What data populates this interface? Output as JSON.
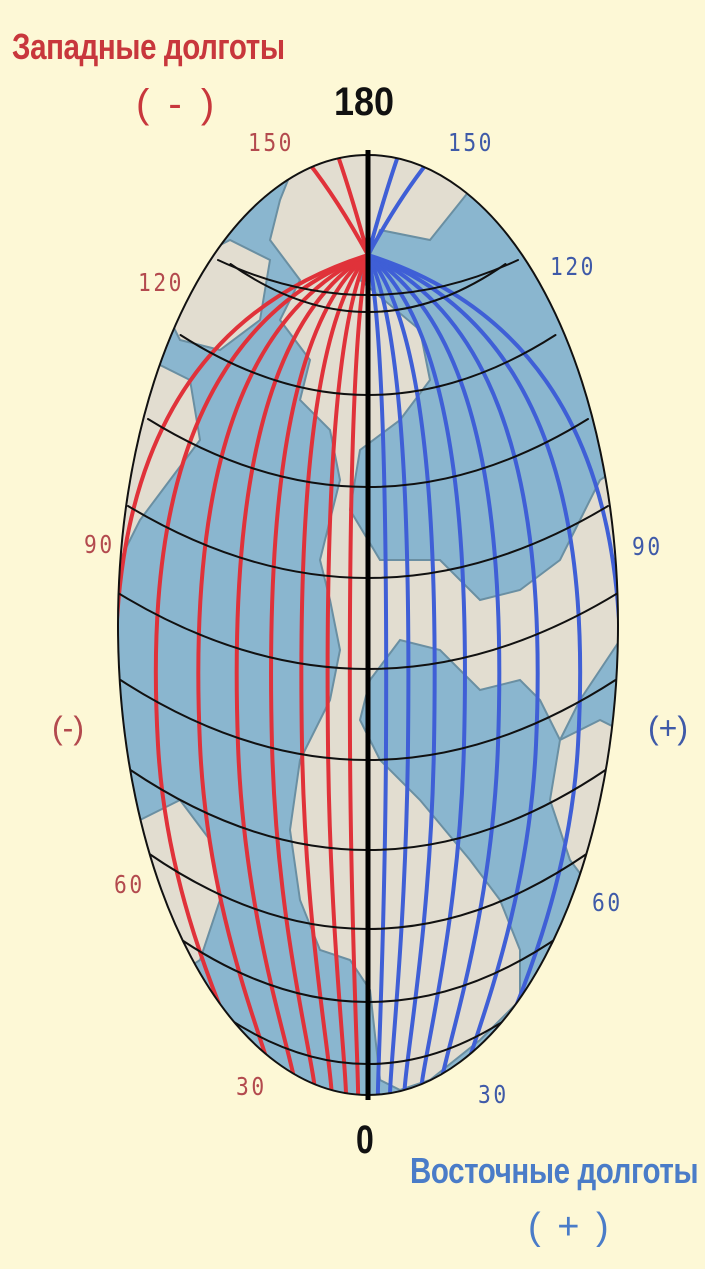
{
  "titles": {
    "west": "Западные долготы",
    "west_sign": "( - )",
    "east": "Восточные долготы",
    "east_sign": "( + )"
  },
  "meridian_labels": {
    "top": "180",
    "bottom": "0"
  },
  "side_signs": {
    "left": "(-)",
    "right": "(+)"
  },
  "west_ticks": [
    "150",
    "120",
    "90",
    "60",
    "30"
  ],
  "east_ticks": [
    "150",
    "120",
    "90",
    "60",
    "30"
  ],
  "colors": {
    "background": "#fdf8d6",
    "ocean": "#8ab6cf",
    "land": "#e2ddd0",
    "west_lines": "#e0323a",
    "east_lines": "#3f5fd6",
    "parallels": "#111111",
    "west_text": "#c8373c",
    "east_text": "#4a7cc8"
  }
}
